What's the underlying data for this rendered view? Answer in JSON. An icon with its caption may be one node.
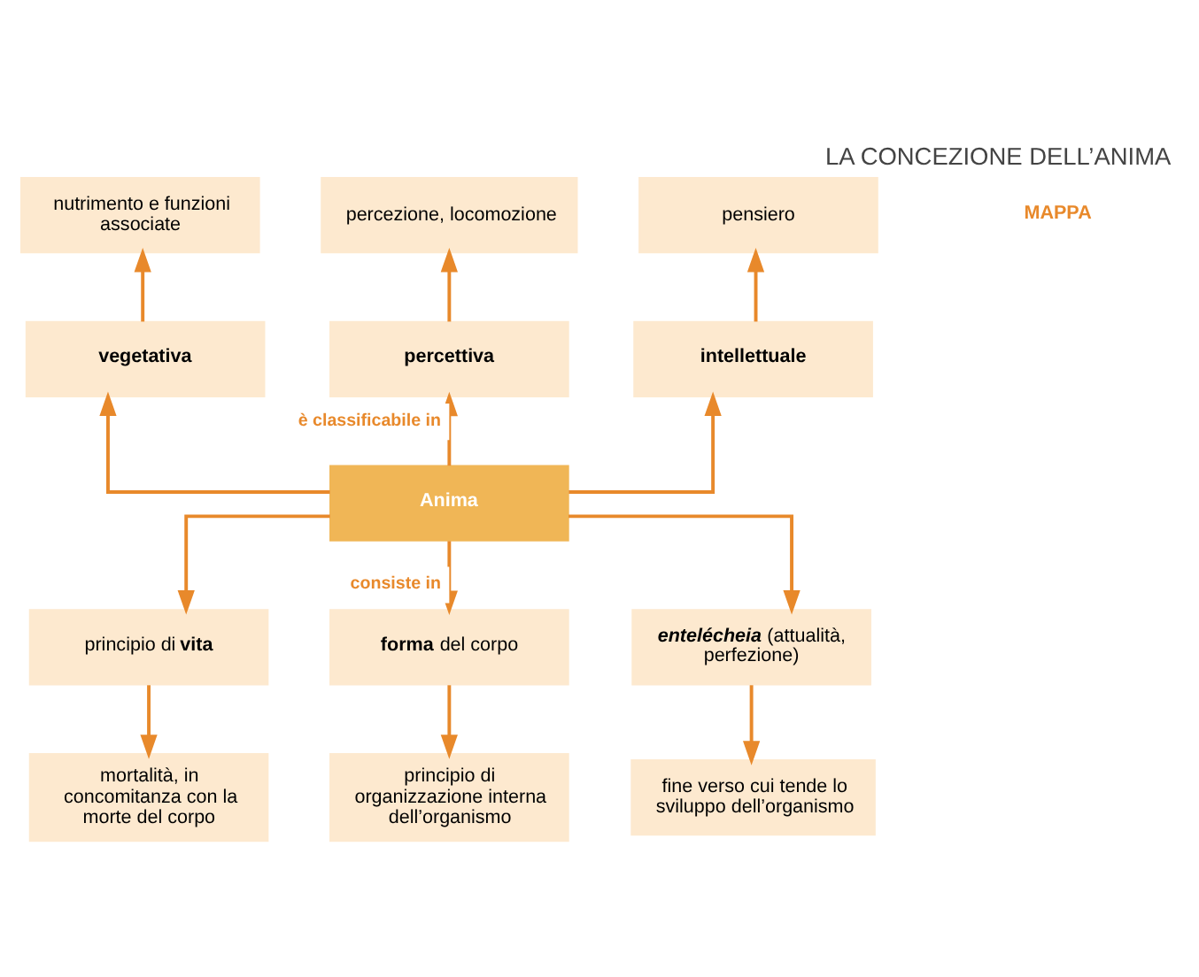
{
  "diagram": {
    "title": "LA CONCEZIONE DELL’ANIMA",
    "nodes": [
      {
        "text": [
          "nutrimento e funzioni associate"
        ]
      },
      {
        "text": [
          "percezione, locomozione"
        ]
      },
      {
        "text": [
          "pensiero"
        ]
      },
      {
        "text": [
          "vegetativa"
        ]
      },
      {
        "text": [
          "percettiva"
        ]
      },
      {
        "text": [
          "intellettuale"
        ]
      },
      {
        "text": [
          "Anima"
        ]
      },
      {
        "text": [
          "principio di **vita**"
        ]
      },
      {
        "text": [
          "**forma** del corpo"
        ]
      },
      {
        "text": [
          "**entelécheia** (attualità, perfezione)"
        ]
      },
      {
        "text": [
          "mortalità, in concomitanza con la morte del corpo"
        ]
      },
      {
        "text": [
          "principio di organizzazione interna dell’organismo"
        ]
      },
      {
        "text": [
          "fine verso cui tende lo sviluppo dell’organismo"
        ]
      }
    ],
    "edges": [
      {
        "from": 3,
        "to": 0,
        "arrow": "to"
      },
      {
        "from": 4,
        "to": 1,
        "arrow": "to"
      },
      {
        "from": 5,
        "to": 2,
        "arrow": "to"
      },
      {
        "from": 6,
        "to": 3,
        "arrow": "to"
      },
      {
        "from": 6,
        "to": 4,
        "arrow": "to",
        "label": "è classificabile in"
      },
      {
        "from": 6,
        "to": 5,
        "arrow": "to"
      },
      {
        "from": 6,
        "to": 7,
        "arrow": "to"
      },
      {
        "from": 6,
        "to": 8,
        "arrow": "to",
        "label": "consiste in"
      },
      {
        "from": 6,
        "to": 9,
        "arrow": "to"
      },
      {
        "from": 7,
        "to": 10,
        "arrow": "to"
      },
      {
        "from": 8,
        "to": 11,
        "arrow": "to"
      },
      {
        "from": 9,
        "to": 12,
        "arrow": "to"
      }
    ],
    "labels": [
      "MAPPA"
    ]
  }
}
